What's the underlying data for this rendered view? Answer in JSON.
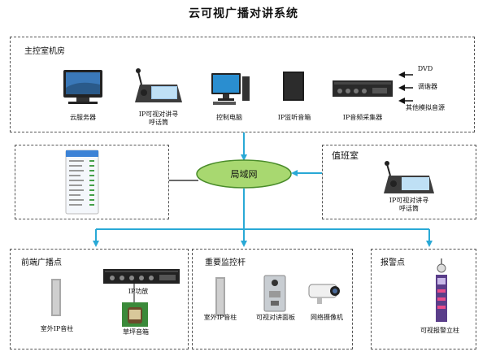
{
  "title": "云可视广播对讲系统",
  "colors": {
    "arrow": "#29a9d6",
    "cloud_fill": "#a8d870",
    "cloud_stroke": "#4a8c2a",
    "box_border": "#555555"
  },
  "network": {
    "label": "局域网"
  },
  "server_room": {
    "label": "主控室机房",
    "devices": [
      {
        "label": "云服务器",
        "icon": "monitor-server-icon"
      },
      {
        "label": "IP可视对讲寻\n呼话筒",
        "icon": "desk-paging-mic-icon"
      },
      {
        "label": "控制电脑",
        "icon": "desktop-computer-icon"
      },
      {
        "label": "IP监听音箱",
        "icon": "speaker-box-icon"
      },
      {
        "label": "IP音频采集器",
        "icon": "rack-audio-collector-icon"
      }
    ],
    "inputs": [
      "DVD",
      "调谐器",
      "其他模拟音源"
    ]
  },
  "phone_panel": {
    "icon": "mobile-app-screen-icon"
  },
  "duty_room": {
    "label": "值班室",
    "device": {
      "label": "IP可视对讲寻\n呼话筒",
      "icon": "desk-paging-mic-icon"
    }
  },
  "front_broadcast": {
    "label": "前端广播点",
    "devices": [
      {
        "label": "IP功放",
        "icon": "rack-amplifier-icon"
      },
      {
        "label": "室外IP音柱",
        "icon": "column-speaker-icon"
      },
      {
        "label": "草坪音箱",
        "icon": "lawn-speaker-icon"
      }
    ]
  },
  "monitoring_pole": {
    "label": "重要监控杆",
    "devices": [
      {
        "label": "室外IP音柱",
        "icon": "column-speaker-icon"
      },
      {
        "label": "可视对讲面板",
        "icon": "intercom-panel-icon"
      },
      {
        "label": "网络摄像机",
        "icon": "bullet-camera-icon"
      }
    ]
  },
  "alarm_point": {
    "label": "报警点",
    "device": {
      "label": "可视报警立柱",
      "icon": "alarm-pillar-icon"
    }
  }
}
